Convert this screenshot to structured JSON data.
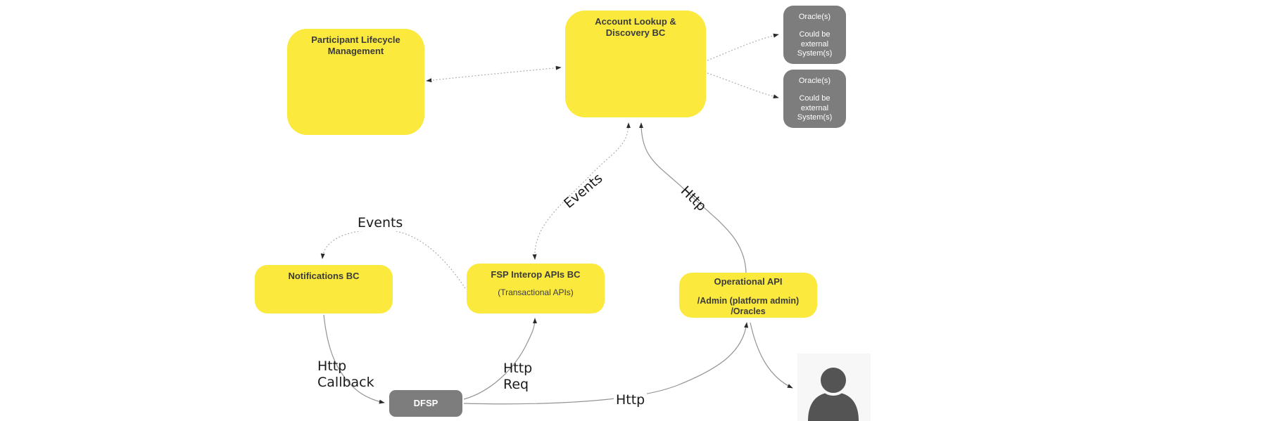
{
  "colors": {
    "canvas": "#ffffff",
    "node_yellow": "#FBEA3D",
    "node_gray": "#7d7d7d",
    "node_text_dark": "#3b3b3b",
    "node_text_light": "#ffffff",
    "edge": "#949494",
    "edge_dotted": "#a8a8a8",
    "arrow": "#2b2b2b",
    "label_text": "#1a1a1a",
    "user_bg": "#f7f7f7",
    "user_icon": "#545454"
  },
  "nodes": {
    "participant": {
      "title": "Participant Lifecycle Management"
    },
    "account_lookup": {
      "title": "Account Lookup & Discovery BC"
    },
    "oracle_top": {
      "title": "Oracle(s)",
      "body": "Could be external System(s)"
    },
    "oracle_bottom": {
      "title": "Oracle(s)",
      "body": "Could be external System(s)"
    },
    "notifications": {
      "title": "Notifications BC"
    },
    "fsp_interop": {
      "title": "FSP Interop APIs BC",
      "subtitle": "(Transactional APIs)"
    },
    "operational_api": {
      "title": "Operational API",
      "body": "/Admin (platform admin)\n/Oracles"
    },
    "dfsp": {
      "title": "DFSP"
    },
    "user": {
      "icon": "person-icon"
    }
  },
  "edge_labels": {
    "events_to_notifications": "Events",
    "events_fsp_to_als": "Events",
    "http_ops_to_als": "Http",
    "http_callback": "Http\nCallback",
    "http_req": "Http\nReq",
    "http_dfsp_to_ops": "Http"
  }
}
